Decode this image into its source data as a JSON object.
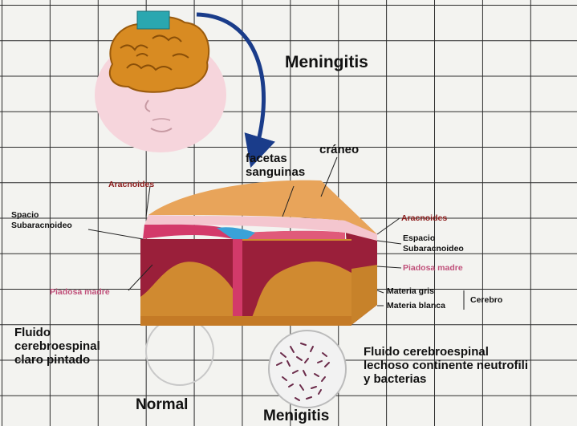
{
  "title": "Meningitis",
  "labels": {
    "facetas": "facetas\nsanguinas",
    "craneo": "cráneo",
    "aracnoides_left": "Aracnoides",
    "espacio_left": "Spacio\nSubaracnoideo",
    "piadosa_left": "Piadosa madre",
    "aracnoides_right": "Aracnoides",
    "espacio_right": "Espacio\nSubaracnoideo",
    "piadosa_right": "Piadosa madre",
    "materia_gris": "Materia gris",
    "materia_blanca": "Materia blanca",
    "cerebro": "Cerebro"
  },
  "normal": {
    "fluid_text": "Fluido\ncerebroespinal\nclaro pintado",
    "caption": "Normal"
  },
  "meningitis": {
    "fluid_text": "Fluido cerebroespinal\nlechoso continente neutrofili\ny bacterias",
    "caption": "Menigitis"
  }
}
